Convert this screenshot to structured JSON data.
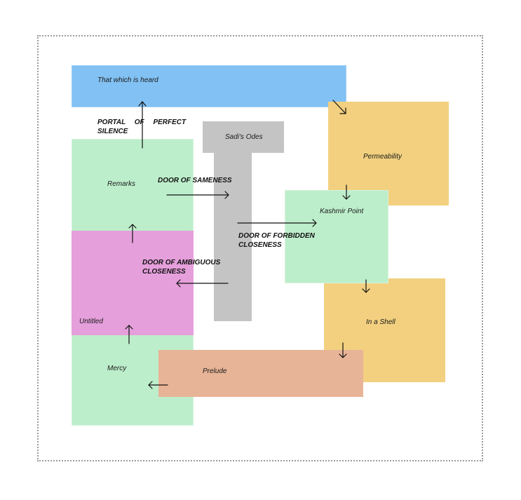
{
  "blocks": {
    "heard": "That which is heard",
    "remarks": "Remarks",
    "untitled": "Untitled",
    "mercy": "Mercy",
    "sadi": "Sadi's Odes",
    "permeability": "Permeability",
    "kashmir": "Kashmir Point",
    "shell": "In a Shell",
    "prelude": "Prelude"
  },
  "portals": {
    "perfect_silence_1": "PORTAL OF PERFECT",
    "perfect_silence_2": "SILENCE",
    "sameness": "DOOR OF SAMENESS",
    "forbidden_1": "DOOR OF FORBIDDEN",
    "forbidden_2": "CLOSENESS",
    "ambiguous_1": "DOOR OF AMBIGUOUS",
    "ambiguous_2": "CLOSENESS"
  },
  "colors": {
    "blue": "#82c1f3",
    "green": "#bdeecb",
    "pink": "#e59fdb",
    "gray": "#c4c4c4",
    "yellow": "#f2d07f",
    "salmon": "#e8b497"
  }
}
